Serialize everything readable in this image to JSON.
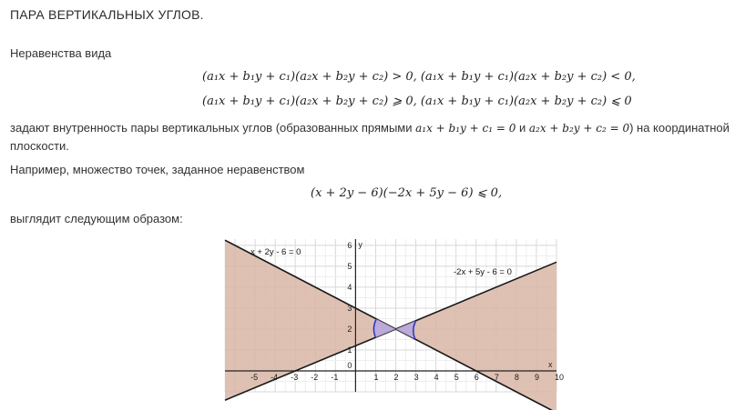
{
  "doc": {
    "title": "ПАРА ВЕРТИКАЛЬНЫХ УГЛОВ.",
    "intro": "Неравенства вида",
    "formula1": "(a₁x + b₁y + c₁)(a₂x + b₂y + c₂) > 0,    (a₁x + b₁y + c₁)(a₂x + b₂y + c₂) < 0,",
    "formula2": "(a₁x + b₁y + c₁)(a₂x + b₂y + c₂) ⩾ 0,    (a₁x + b₁y + c₁)(a₂x + b₂y + c₂) ⩽ 0",
    "line3_part1": "задают внутренность пары вертикальных углов (образованных прямыми ",
    "line3_math1": "a₁x + b₁y + c₁ = 0",
    "line3_part2": " и ",
    "line3_math2": "a₂x + b₂y + c₂ = 0",
    "line3_part3": ") на координатной плоскости.",
    "example": "Например, множество точек, заданное неравенством",
    "formula3": "(x + 2y − 6)(−2x + 5y − 6) ⩽ 0,",
    "result": "выглядит следующим образом:"
  },
  "chart_data": {
    "type": "line",
    "series": [
      {
        "name": "x + 2y - 6 = 0",
        "x": [
          -6.5,
          10
        ],
        "y": [
          6.25,
          -2
        ]
      },
      {
        "name": "-2x + 5y - 6 = 0",
        "x": [
          -6.5,
          10
        ],
        "y": [
          -1.4,
          5.2
        ]
      }
    ],
    "intersection": [
      2,
      2
    ],
    "shaded_region": "(x + 2y - 6)(-2x + 5y - 6) <= 0",
    "xlim": [
      -6.5,
      10
    ],
    "ylim": [
      -1,
      6.3
    ],
    "x_ticks": [
      -5,
      -4,
      -3,
      -2,
      -1,
      1,
      2,
      3,
      4,
      5,
      6,
      7,
      8,
      9,
      10
    ],
    "y_ticks": [
      0,
      1,
      2,
      3,
      4,
      5,
      6
    ],
    "xlabel": "x",
    "ylabel": "y",
    "grid": true,
    "colors": {
      "region": "#d9b6a6",
      "angle": "#b8a8dc",
      "line": "#1a1a1a",
      "arc": "#2233cc"
    }
  }
}
